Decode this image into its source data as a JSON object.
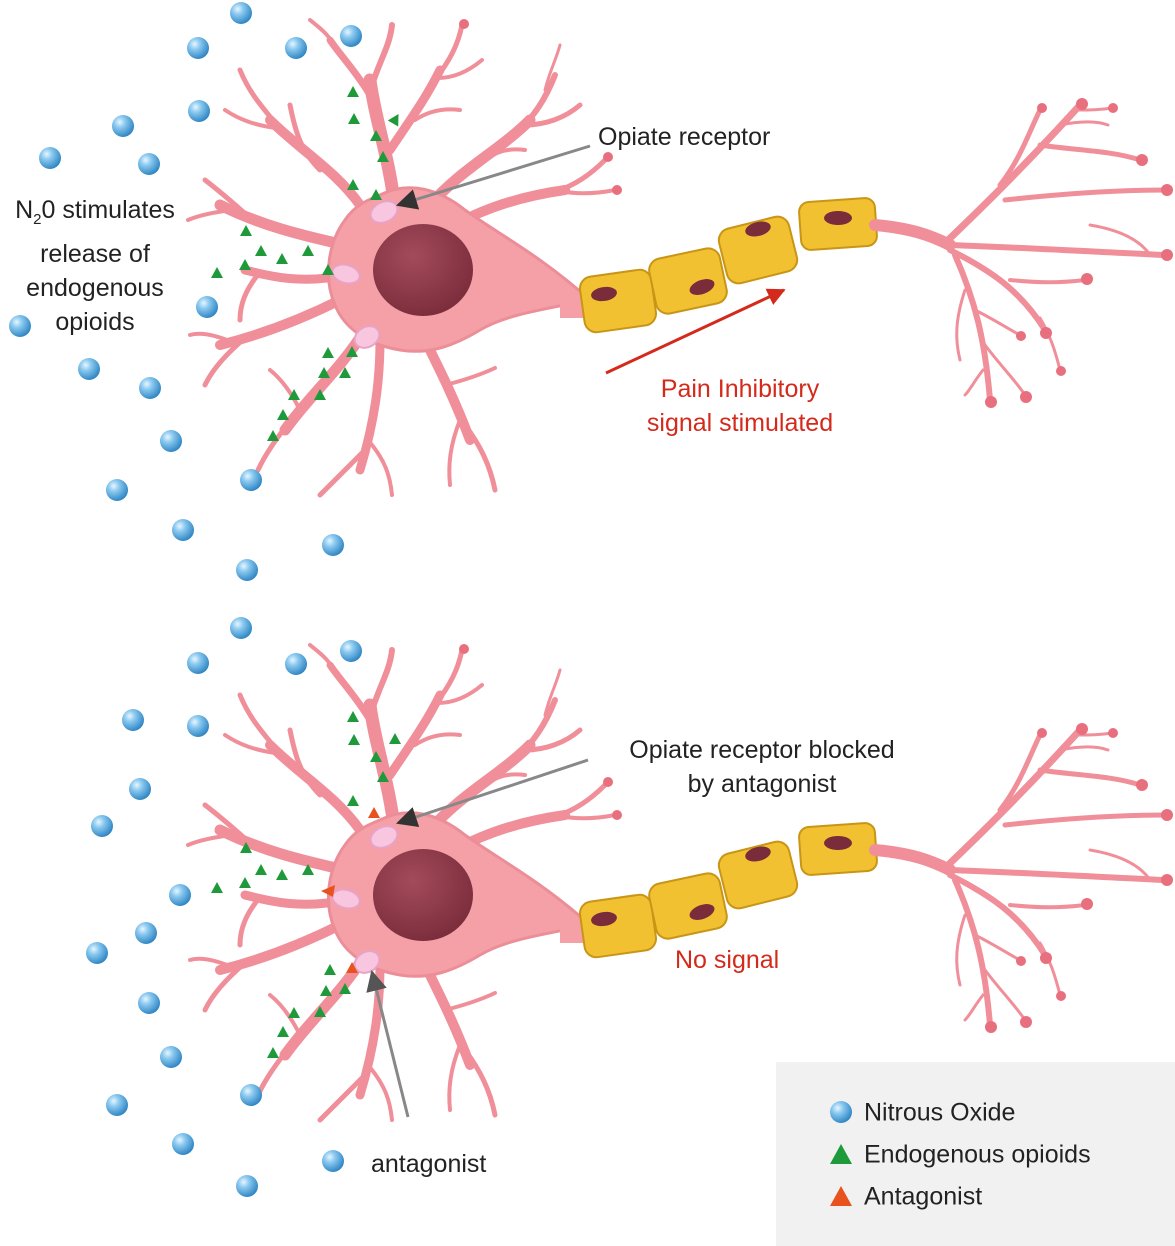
{
  "colors": {
    "neuron_fill": "#f4a0a6",
    "neuron_stroke": "#d86a78",
    "nucleus": "#8e3a4a",
    "myelin": "#f2c132",
    "myelin_stroke": "#c99516",
    "nitrous_oxide": "#4fa8de",
    "endogenous_opioid": "#1f9a3a",
    "antagonist": "#e8521e",
    "receptor": "#f9c6e0",
    "signal_red": "#d42a1c",
    "pointer_gray": "#888888",
    "legend_bg": "#f1f1f1"
  },
  "top_panel": {
    "n2o_label": [
      "N",
      "2",
      "0 stimulates",
      "release of",
      "endogenous",
      "opioids"
    ],
    "receptor_label": "Opiate receptor",
    "signal_label": [
      "Pain Inhibitory",
      "signal stimulated"
    ]
  },
  "bottom_panel": {
    "receptor_label": [
      "Opiate receptor blocked",
      "by antagonist"
    ],
    "signal_label": "No signal",
    "antagonist_label": "antagonist"
  },
  "legend": {
    "items": [
      {
        "label": "Nitrous Oxide",
        "icon": "sphere-icon"
      },
      {
        "label": "Endogenous opioids",
        "icon": "green-triangle-icon"
      },
      {
        "label": "Antagonist",
        "icon": "orange-triangle-icon"
      }
    ]
  }
}
